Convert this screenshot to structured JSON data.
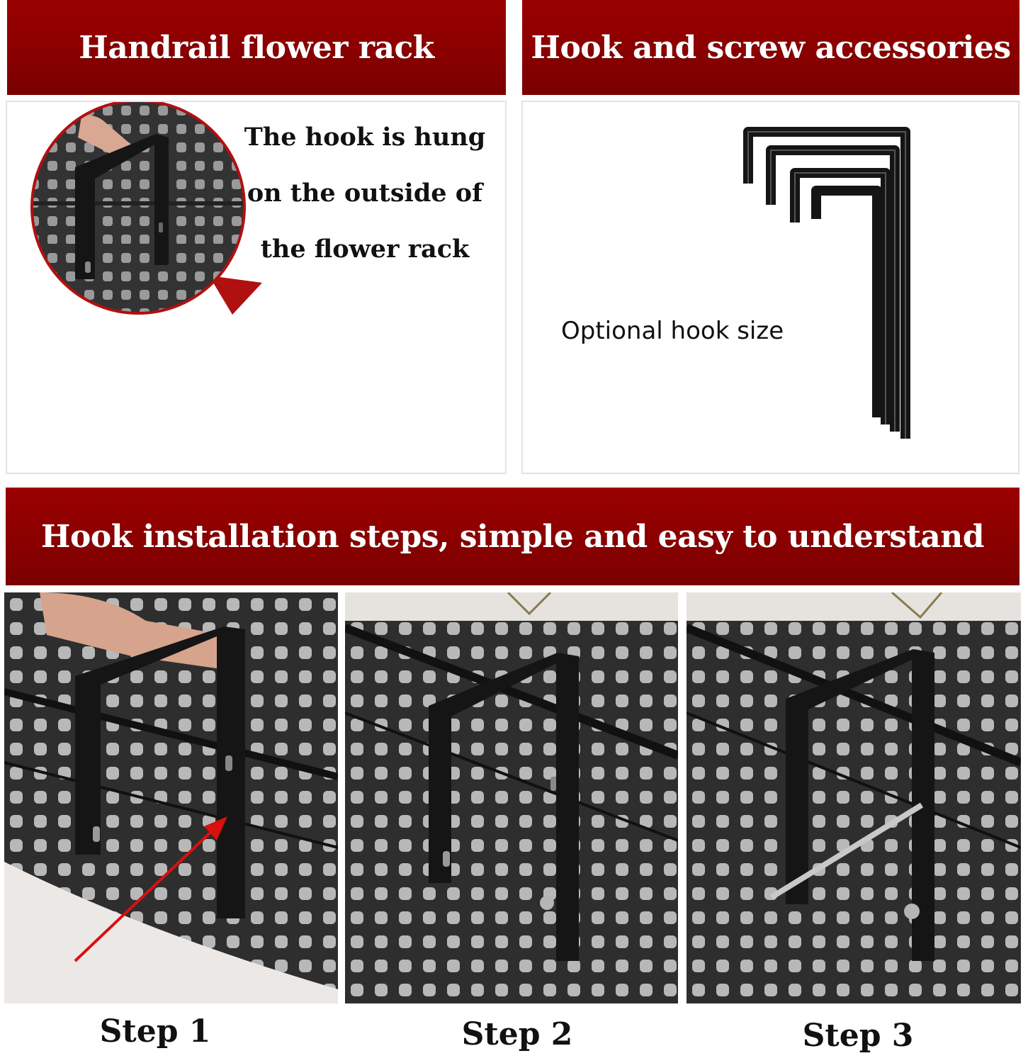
{
  "top_left": {
    "title": "Handrail flower rack",
    "note_lines": [
      "The hook is hung",
      "on the outside of",
      "the flower rack"
    ]
  },
  "top_right": {
    "title": "Hook and screw accessories",
    "caption": "Optional hook size"
  },
  "steps_section": {
    "title": "Hook installation steps, simple and easy to understand",
    "steps": [
      {
        "label": "Step 1",
        "icon": "hook-placement-photo"
      },
      {
        "label": "Step 2",
        "icon": "hook-hung-photo"
      },
      {
        "label": "Step 3",
        "icon": "hook-screwed-photo"
      }
    ]
  },
  "colors": {
    "banner": "#8a0000",
    "banner_text": "#ffffff",
    "metal": "#151515",
    "mesh_bg": "#2a2a2a",
    "arrow": "#d81010"
  }
}
